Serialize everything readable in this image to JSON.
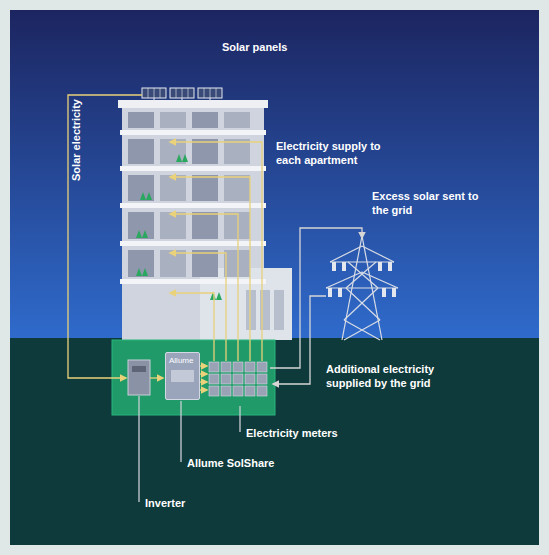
{
  "diagram": {
    "nodes": [
      {
        "text": [
          "Allume"
        ]
      }
    ],
    "labels": [
      "Solar panels",
      "Solar electricity",
      "Electricity supply to each apartment",
      "Excess solar sent to the grid",
      "Additional electricity supplied by the grid",
      "Electricity meters",
      "Allume SolShare",
      "Inverter"
    ]
  }
}
